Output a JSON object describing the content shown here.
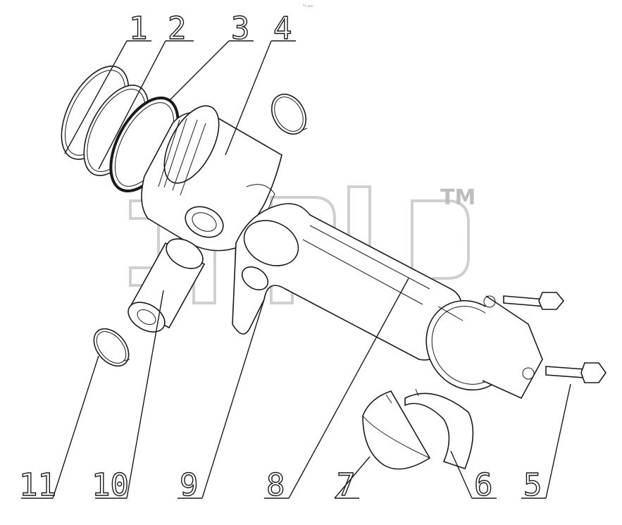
{
  "diagram": {
    "callouts": [
      {
        "id": "1",
        "label": "1"
      },
      {
        "id": "2",
        "label": "2"
      },
      {
        "id": "3",
        "label": "3"
      },
      {
        "id": "4",
        "label": "4"
      },
      {
        "id": "5",
        "label": "5"
      },
      {
        "id": "6",
        "label": "6"
      },
      {
        "id": "7",
        "label": "7"
      },
      {
        "id": "8",
        "label": "8"
      },
      {
        "id": "9",
        "label": "9"
      },
      {
        "id": "10",
        "label": "10"
      },
      {
        "id": "11",
        "label": "11"
      }
    ],
    "watermark": {
      "mark": "TM"
    },
    "corner_note": "⁰₀ ₀₀₀"
  }
}
